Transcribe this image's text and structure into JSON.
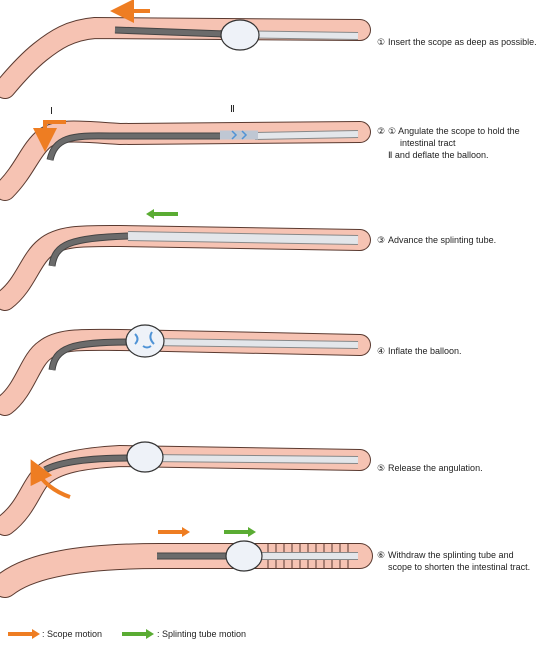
{
  "steps": [
    {
      "num": "①",
      "lines": [
        "Insert the scope as deep as possible."
      ]
    },
    {
      "num": "②",
      "lines": [
        "① Angulate the scope to hold the",
        "intestinal tract",
        "Ⅱ and deflate the balloon."
      ]
    },
    {
      "num": "③",
      "lines": [
        "Advance the splinting tube."
      ]
    },
    {
      "num": "④",
      "lines": [
        "Inflate the balloon."
      ]
    },
    {
      "num": "⑤",
      "lines": [
        "Release the angulation."
      ]
    },
    {
      "num": "⑥",
      "lines": [
        "Withdraw the splinting tube and",
        "scope to shorten the intestinal tract."
      ]
    }
  ],
  "markers": {
    "one": "Ⅰ",
    "two": "Ⅱ"
  },
  "legend": {
    "scope": ": Scope motion",
    "tube": ": Splinting tube motion"
  },
  "colors": {
    "intestine": "#f6c3b3",
    "intestine_edge": "#5a3a30",
    "scope": "#6b6b6b",
    "tube": "#e3e6ea",
    "balloon": "#eef2f8",
    "balloon_blue": "#4f93d6",
    "scope_arrow": "#ee7d22",
    "tube_arrow": "#5aac33"
  }
}
